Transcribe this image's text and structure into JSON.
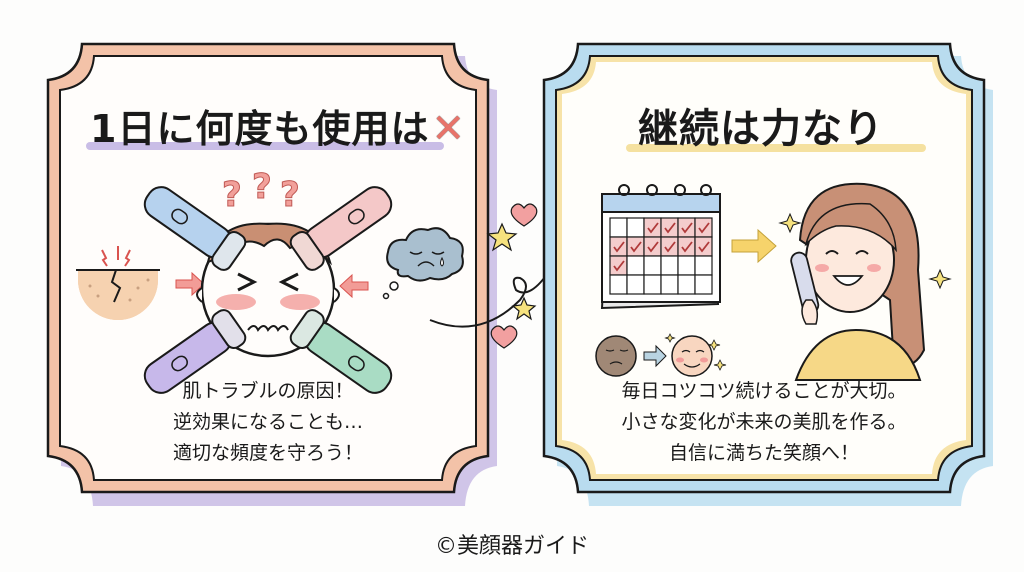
{
  "left_panel": {
    "title": "1日に何度も使用は",
    "title_mark": "✕",
    "caption_lines": [
      "肌トラブルの原因！",
      "逆効果になることも…",
      "適切な頻度を守ろう！"
    ],
    "frame_color": "#f3c2a8",
    "shadow_color": "#cbbfe6",
    "underline_color": "#c9bde6",
    "illustration": {
      "center": "confused-face-with-xx-eyes",
      "question_marks": [
        "?",
        "?",
        "?"
      ],
      "devices": [
        "blue-facial-device",
        "pink-facial-device",
        "purple-facial-device",
        "green-facial-device"
      ],
      "left_element": "cracked-skin-icon",
      "right_element": "sad-crying-cloud"
    }
  },
  "right_panel": {
    "title": "継続は力なり",
    "caption_lines": [
      "毎日コツコツ続けることが大切。",
      "小さな変化が未来の美肌を作る。",
      "自信に満ちた笑顔へ！"
    ],
    "frame_color": "#b9dcef",
    "shadow_color": "#f5e3a5",
    "underline_color": "#f5e1a0",
    "illustration": {
      "calendar_checks": [
        0,
        0,
        1,
        1,
        1,
        1,
        1,
        1,
        1,
        1,
        1,
        1,
        1,
        0,
        0,
        0,
        0,
        0,
        0,
        0,
        0,
        0,
        0,
        0
      ],
      "before_face": "dull-skin-face",
      "after_face": "glowing-skin-face",
      "woman": "smiling-woman-using-device"
    }
  },
  "connector": {
    "decorations": [
      "heart",
      "star",
      "star",
      "heart"
    ]
  },
  "footer": {
    "copyright": "©美顔器ガイド"
  }
}
